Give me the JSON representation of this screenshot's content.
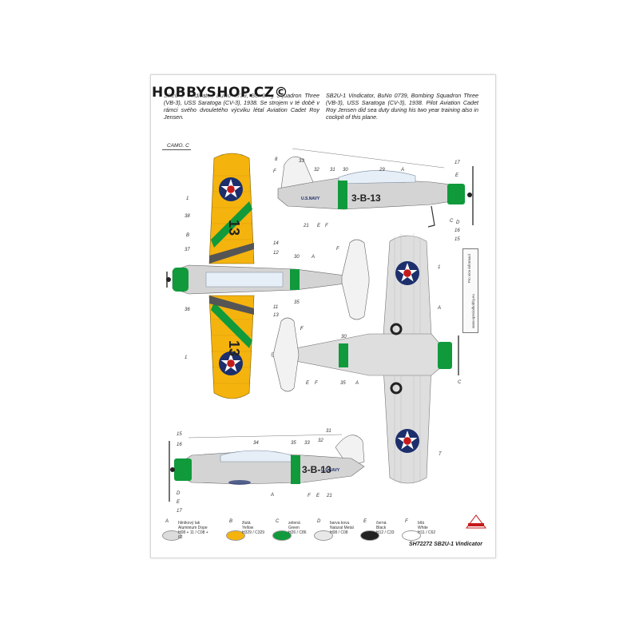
{
  "watermark": "HOBBYSHOP.CZ©",
  "description_cz": "SB2U-1 Vindicator, BuNo 0739, Bombing Squadron Three (VB-3), USS Saratoga (CV-3), 1938. Se strojem v té době v rámci svého dvouletého výcviku létal Aviation Cadet Roy Jensen.",
  "description_en": "SB2U-1 Vindicator, BuNo 0739, Bombing Squadron Three (VB-3), USS Saratoga (CV-3), 1938. Pilot Aviation Cadet Roy Jensen did sea duty during his two year training also in cockpit of this plane.",
  "camo_label": "CAMO. C",
  "fuselage_code": "3-B-13",
  "fuselage_text": "U.S.NAVY",
  "wing_number": "13",
  "callouts": [
    "1",
    "38",
    "B",
    "37",
    "14",
    "12",
    "30",
    "A",
    "F",
    "36",
    "11",
    "13",
    "35",
    "1",
    "30",
    "A",
    "C",
    "F",
    "E",
    "F",
    "35",
    "A",
    "8",
    "33",
    "F",
    "32",
    "31",
    "30",
    "29",
    "A",
    "17",
    "E",
    "C",
    "D",
    "16",
    "15",
    "21",
    "E",
    "F",
    "1",
    "F",
    "T",
    "15",
    "16",
    "34",
    "35",
    "33",
    "32",
    "31",
    "A",
    "F",
    "E",
    "21",
    "D",
    "E",
    "17"
  ],
  "legend": [
    {
      "letter": "A",
      "lines": [
        "hliníkový lak",
        "Aluminium Dope",
        "H08 + 11 / C08 + 62"
      ],
      "color": "#dcdcdc"
    },
    {
      "letter": "B",
      "lines": [
        "žlutá",
        "Yellow",
        "H329 / C329"
      ],
      "color": "#f5b30e"
    },
    {
      "letter": "C",
      "lines": [
        "zelená",
        "Green",
        "H26 / C86"
      ],
      "color": "#109a3c"
    },
    {
      "letter": "D",
      "lines": [
        "barva kovu",
        "Natural Metal",
        "H08 / C08"
      ],
      "color": "#e8e8e8"
    },
    {
      "letter": "E",
      "lines": [
        "černá",
        "Black",
        "H12 / C33"
      ],
      "color": "#222222"
    },
    {
      "letter": "F",
      "lines": [
        "bílá",
        "White",
        "H11 / C62"
      ],
      "color": "#ffffff"
    }
  ],
  "product_label": "SH72272 SB2U-1 Vindicator",
  "brand_lines": [
    "Pro více informací",
    "www.specialhobby.eu"
  ],
  "colors": {
    "yellow": "#f5b30e",
    "green": "#109a3c",
    "aluminium": "#d4d4d4",
    "navy": "#1c2f6c",
    "red": "#c41a1a"
  }
}
